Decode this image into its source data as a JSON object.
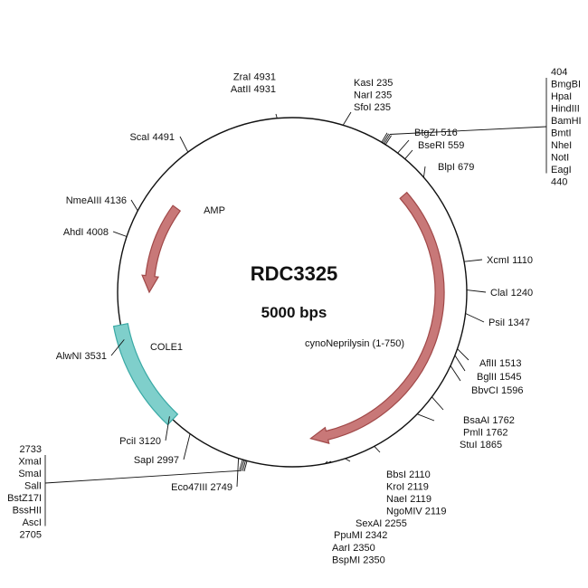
{
  "plasmid": {
    "name": "RDC3325",
    "size_label": "5000 bps",
    "length": 5000
  },
  "colors": {
    "backbone": "#111111",
    "feature_red": "#c87878",
    "feature_red_stroke": "#a04848",
    "feature_teal": "#7fcfcb",
    "feature_teal_stroke": "#3aa9a5"
  },
  "features": [
    {
      "name": "cynoNeprilysin (1-750)",
      "start": 680,
      "end": 2400,
      "direction": "cw",
      "color": "red"
    },
    {
      "name": "AMP",
      "start": 4250,
      "end": 3750,
      "direction": "ccw",
      "color": "red"
    },
    {
      "name": "COLE1",
      "start": 3100,
      "end": 3600,
      "direction": "none",
      "color": "teal"
    }
  ],
  "sites": [
    {
      "pos": 440,
      "labels": [
        "404",
        "BmgBI",
        "HpaI",
        "HindIII",
        "BamHI",
        "BmtI",
        "NheI",
        "NotI",
        "EagI",
        "440"
      ],
      "bracket": "right"
    },
    {
      "pos": 235,
      "labels": [
        "KasI 235",
        "NarI 235",
        "SfoI 235"
      ]
    },
    {
      "pos": 4931,
      "labels": [
        "ZraI 4931",
        "AatII 4931"
      ]
    },
    {
      "pos": 516,
      "labels": [
        "BtgZI 516"
      ]
    },
    {
      "pos": 559,
      "labels": [
        "BseRI 559"
      ]
    },
    {
      "pos": 679,
      "labels": [
        "BlpI 679"
      ]
    },
    {
      "pos": 4491,
      "labels": [
        "ScaI 4491"
      ]
    },
    {
      "pos": 4136,
      "labels": [
        "NmeAIII 4136"
      ]
    },
    {
      "pos": 4008,
      "labels": [
        "AhdI 4008"
      ]
    },
    {
      "pos": 1110,
      "labels": [
        "XcmI 1110"
      ]
    },
    {
      "pos": 1240,
      "labels": [
        "ClaI 1240"
      ]
    },
    {
      "pos": 1347,
      "labels": [
        "PsiI 1347"
      ]
    },
    {
      "pos": 1513,
      "labels": [
        "AflII 1513"
      ]
    },
    {
      "pos": 1545,
      "labels": [
        "BglII 1545"
      ]
    },
    {
      "pos": 1596,
      "labels": [
        "BbvCI 1596"
      ]
    },
    {
      "pos": 1762,
      "labels": [
        "BsaAI 1762",
        "PmlI 1762"
      ]
    },
    {
      "pos": 1865,
      "labels": [
        "StuI 1865"
      ]
    },
    {
      "pos": 2110,
      "labels": [
        "BbsI 2110",
        "KroI 2119",
        "NaeI 2119",
        "NgoMIV 2119"
      ]
    },
    {
      "pos": 2255,
      "labels": [
        "SexAI 2255"
      ]
    },
    {
      "pos": 2342,
      "labels": [
        "PpuMI 2342"
      ]
    },
    {
      "pos": 2350,
      "labels": [
        "AarI 2350",
        "BspMI 2350"
      ]
    },
    {
      "pos": 3531,
      "labels": [
        "AlwNI 3531"
      ]
    },
    {
      "pos": 3120,
      "labels": [
        "PciI 3120"
      ]
    },
    {
      "pos": 2997,
      "labels": [
        "SapI 2997"
      ]
    },
    {
      "pos": 2749,
      "labels": [
        "Eco47III 2749"
      ]
    },
    {
      "pos": 2720,
      "labels": [
        "2733",
        "XmaI",
        "SmaI",
        "SalI",
        "BstZ17I",
        "BssHII",
        "AscI",
        "2705"
      ],
      "bracket": "left"
    }
  ]
}
